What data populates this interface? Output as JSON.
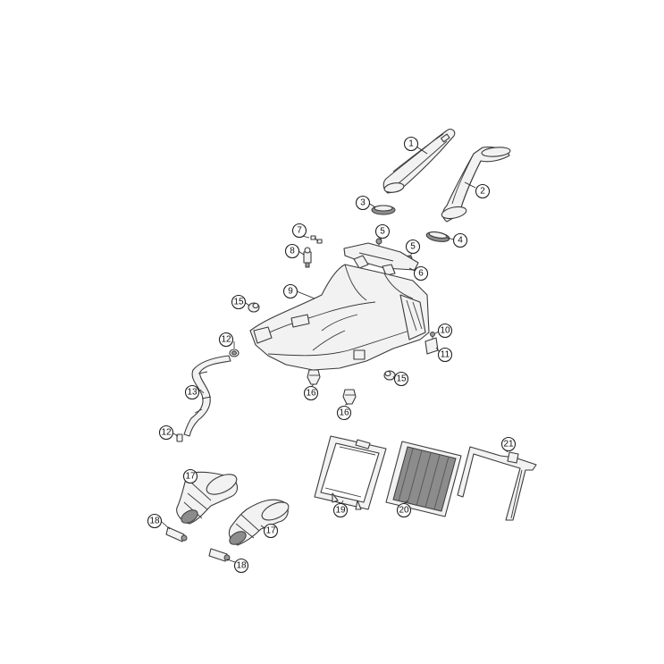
{
  "diagram": {
    "type": "exploded-parts-view",
    "callouts": [
      {
        "id": "c1",
        "label": "1"
      },
      {
        "id": "c2",
        "label": "2"
      },
      {
        "id": "c3",
        "label": "3"
      },
      {
        "id": "c4",
        "label": "4"
      },
      {
        "id": "c5a",
        "label": "5"
      },
      {
        "id": "c5b",
        "label": "5"
      },
      {
        "id": "c6",
        "label": "6"
      },
      {
        "id": "c7",
        "label": "7"
      },
      {
        "id": "c8",
        "label": "8"
      },
      {
        "id": "c9",
        "label": "9"
      },
      {
        "id": "c10",
        "label": "10"
      },
      {
        "id": "c11",
        "label": "11"
      },
      {
        "id": "c12a",
        "label": "12"
      },
      {
        "id": "c12b",
        "label": "12"
      },
      {
        "id": "c13",
        "label": "13"
      },
      {
        "id": "c15a",
        "label": "15"
      },
      {
        "id": "c15b",
        "label": "15"
      },
      {
        "id": "c16a",
        "label": "16"
      },
      {
        "id": "c16b",
        "label": "16"
      },
      {
        "id": "c17a",
        "label": "17"
      },
      {
        "id": "c17b",
        "label": "17"
      },
      {
        "id": "c18a",
        "label": "18"
      },
      {
        "id": "c18b",
        "label": "18"
      },
      {
        "id": "c19",
        "label": "19"
      },
      {
        "id": "c20",
        "label": "20"
      },
      {
        "id": "c21",
        "label": "21"
      }
    ]
  }
}
